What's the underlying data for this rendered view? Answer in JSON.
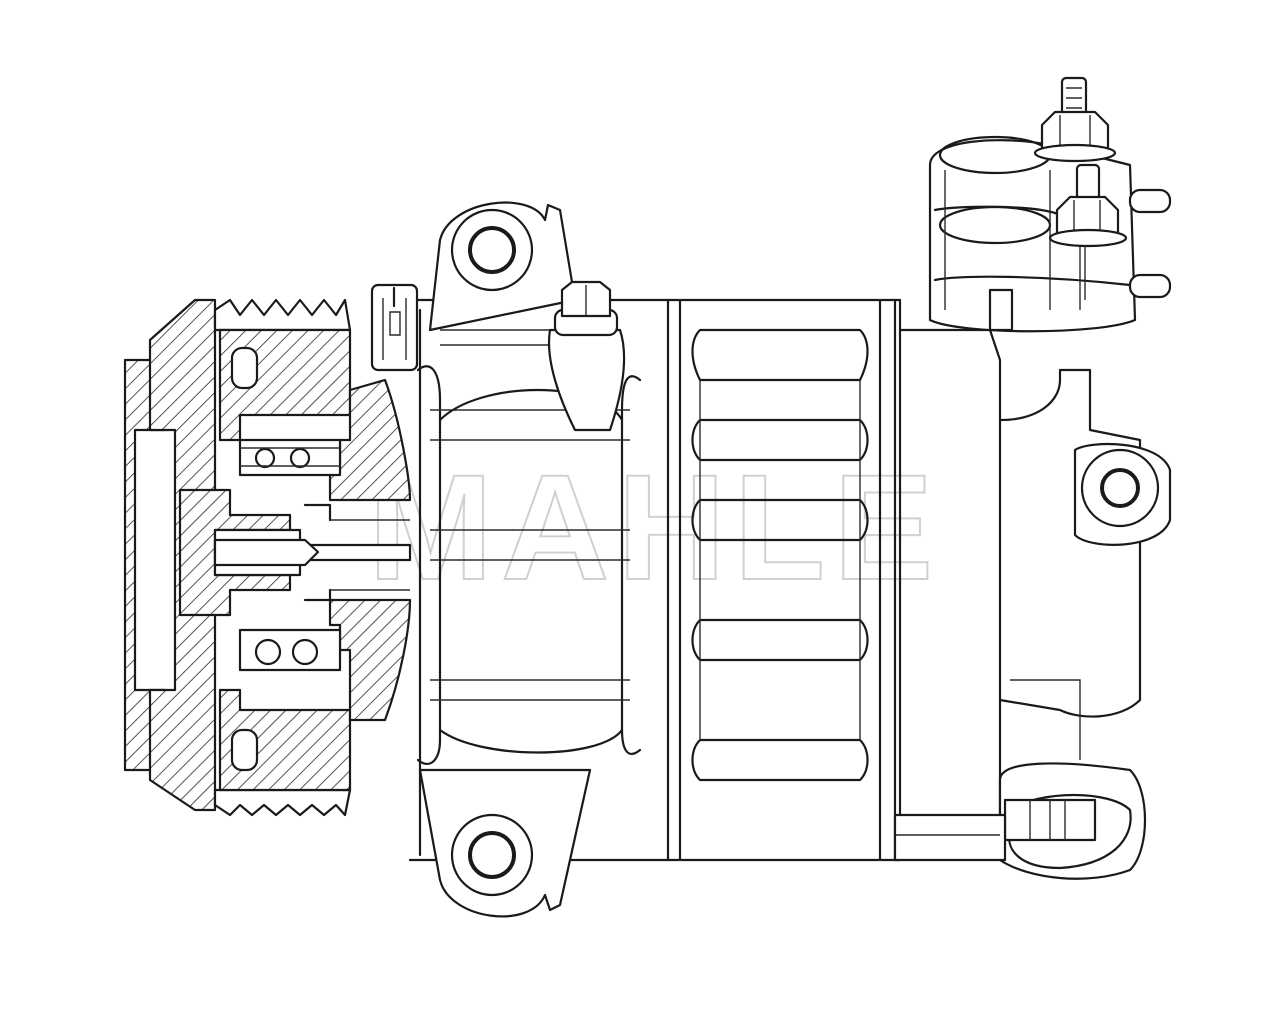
{
  "figure": {
    "subject": "Automotive A/C compressor with electromagnetic clutch pulley (section view)",
    "watermark": "MAHLE",
    "colors": {
      "line": "#1a1a1a",
      "background": "#ffffff",
      "watermark": "#9a9a9a"
    },
    "components": [
      {
        "id": "clutch-pulley",
        "label": "Clutch pulley (sectioned, hatched)"
      },
      {
        "id": "bearings",
        "label": "Ball bearings"
      },
      {
        "id": "drive-shaft",
        "label": "Drive shaft"
      },
      {
        "id": "electrical-connector",
        "label": "Clutch coil connector"
      },
      {
        "id": "mounting-ear-top",
        "label": "Upper mounting ear"
      },
      {
        "id": "mounting-ear-bottom",
        "label": "Lower mounting ear"
      },
      {
        "id": "mounting-ear-right",
        "label": "Rear mounting ear"
      },
      {
        "id": "plug-bolt",
        "label": "Hex plug bolt"
      },
      {
        "id": "compressor-housing",
        "label": "Compressor housing"
      },
      {
        "id": "port-manifold",
        "label": "Suction/discharge port manifold"
      },
      {
        "id": "stud-bolts",
        "label": "Port stud bolts with hex nuts"
      },
      {
        "id": "rear-connector",
        "label": "Rear electrical connector"
      }
    ]
  }
}
